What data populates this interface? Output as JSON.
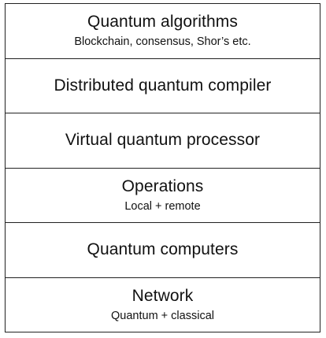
{
  "layers": [
    {
      "title": "Quantum algorithms",
      "subtitle": "Blockchain, consensus, Shor’s etc."
    },
    {
      "title": "Distributed quantum compiler",
      "subtitle": ""
    },
    {
      "title": "Virtual quantum processor",
      "subtitle": ""
    },
    {
      "title": "Operations",
      "subtitle": "Local + remote"
    },
    {
      "title": "Quantum computers",
      "subtitle": ""
    },
    {
      "title": "Network",
      "subtitle": "Quantum + classical"
    }
  ],
  "colors": {
    "border": "#222222",
    "text": "#111111",
    "background": "#ffffff"
  }
}
